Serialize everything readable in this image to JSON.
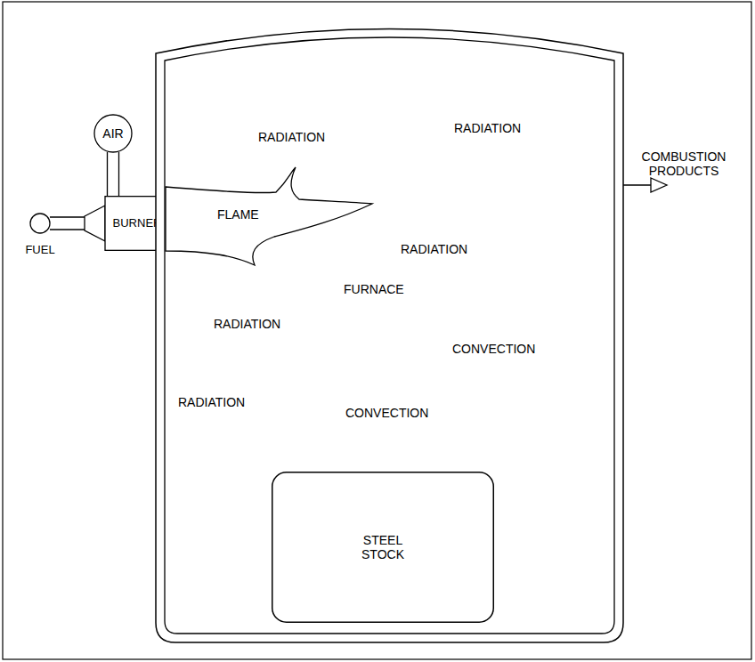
{
  "diagram": {
    "nodes": [
      {
        "text": [
          "AIR"
        ]
      },
      {
        "text": [
          "FUEL"
        ]
      },
      {
        "text": [
          "BURNER"
        ]
      },
      {
        "text": [
          "FURNACE"
        ]
      },
      {
        "text": [
          "FLAME"
        ],
        "in": 3
      },
      {
        "text": [
          "STEEL STOCK"
        ],
        "in": 3
      }
    ],
    "edges": [
      {
        "from": 0,
        "to": 2,
        "arrow": "none"
      },
      {
        "from": 1,
        "to": 2,
        "arrow": "none"
      }
    ],
    "labels": [
      "RADIATION",
      "RADIATION",
      "COMBUSTION PRODUCTS",
      "RADIATION",
      "RADIATION",
      "RADIATION",
      "CONVECTION",
      "CONVECTION"
    ]
  }
}
